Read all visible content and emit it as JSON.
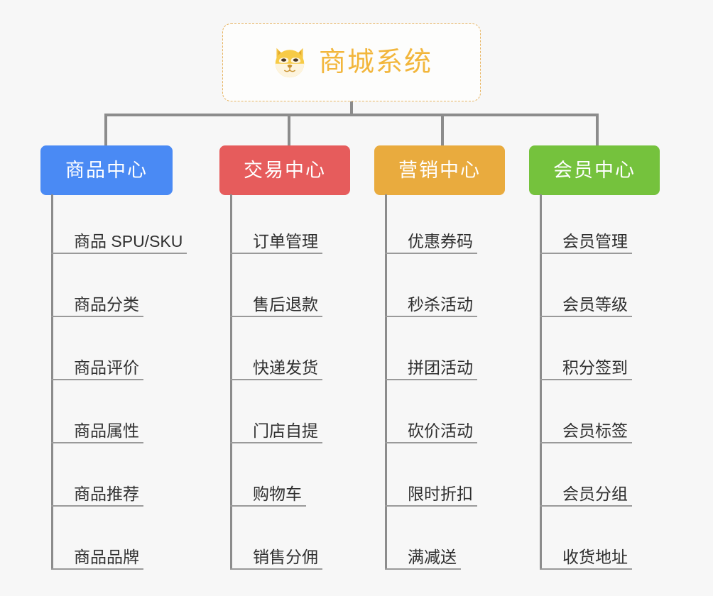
{
  "diagram": {
    "type": "org-chart-mindmap",
    "background_color": "#f7f7f7",
    "connector_color": "#8c8c8c",
    "root": {
      "title": "商城系统",
      "icon": "shiba-dog-face-icon",
      "border_color": "#e8b563",
      "text_color": "#f2b63c",
      "background_color": "#fdfdfc"
    },
    "branches": [
      {
        "label": "商品中心",
        "color": "#4a8af4",
        "items": [
          "商品 SPU/SKU",
          "商品分类",
          "商品评价",
          "商品属性",
          "商品推荐",
          "商品品牌"
        ]
      },
      {
        "label": "交易中心",
        "color": "#e65c5c",
        "items": [
          "订单管理",
          "售后退款",
          "快递发货",
          "门店自提",
          "购物车",
          "销售分佣"
        ]
      },
      {
        "label": "营销中心",
        "color": "#e9ab3e",
        "items": [
          "优惠券码",
          "秒杀活动",
          "拼团活动",
          "砍价活动",
          "限时折扣",
          "满减送"
        ]
      },
      {
        "label": "会员中心",
        "color": "#75c23d",
        "items": [
          "会员管理",
          "会员等级",
          "积分签到",
          "会员标签",
          "会员分组",
          "收货地址"
        ]
      }
    ]
  }
}
